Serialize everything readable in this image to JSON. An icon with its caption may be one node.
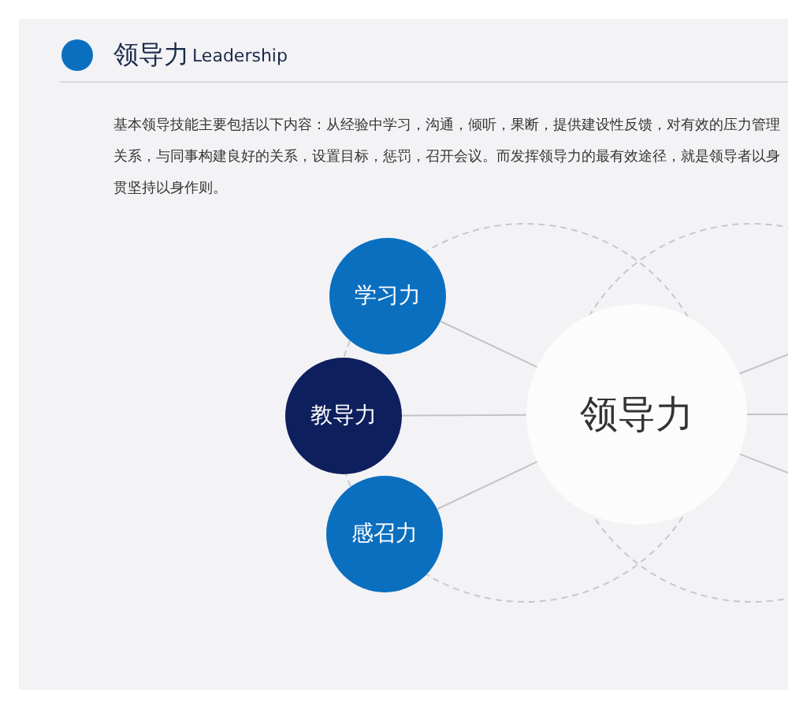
{
  "diagram": {
    "title": "领导力",
    "nodes": [
      {
        "text": [
          "领导力"
        ]
      },
      {
        "text": [
          "学习力"
        ]
      },
      {
        "text": [
          "教导力"
        ]
      },
      {
        "text": [
          "感召力"
        ]
      }
    ],
    "edges": [
      {
        "from": 1,
        "to": 0,
        "arrow": "none"
      },
      {
        "from": 2,
        "to": 0,
        "arrow": "none"
      },
      {
        "from": 3,
        "to": 0,
        "arrow": "none"
      },
      {
        "from": 0,
        "to": null,
        "arrow": "none"
      },
      {
        "from": 0,
        "to": null,
        "arrow": "none"
      },
      {
        "from": 0,
        "to": null,
        "arrow": "none"
      }
    ],
    "labels": [
      "Leadership",
      "基本领导技能主要包括以下内容：从经验中学习，沟通，倾听，果断，提供建设性反馈，对有效的压力管理关系，与同事构建良好的关系，设置目标，惩罚，召开会议。而发挥领导力的最有效途径，就是领导者以身贯坚持以身作则。"
    ]
  }
}
